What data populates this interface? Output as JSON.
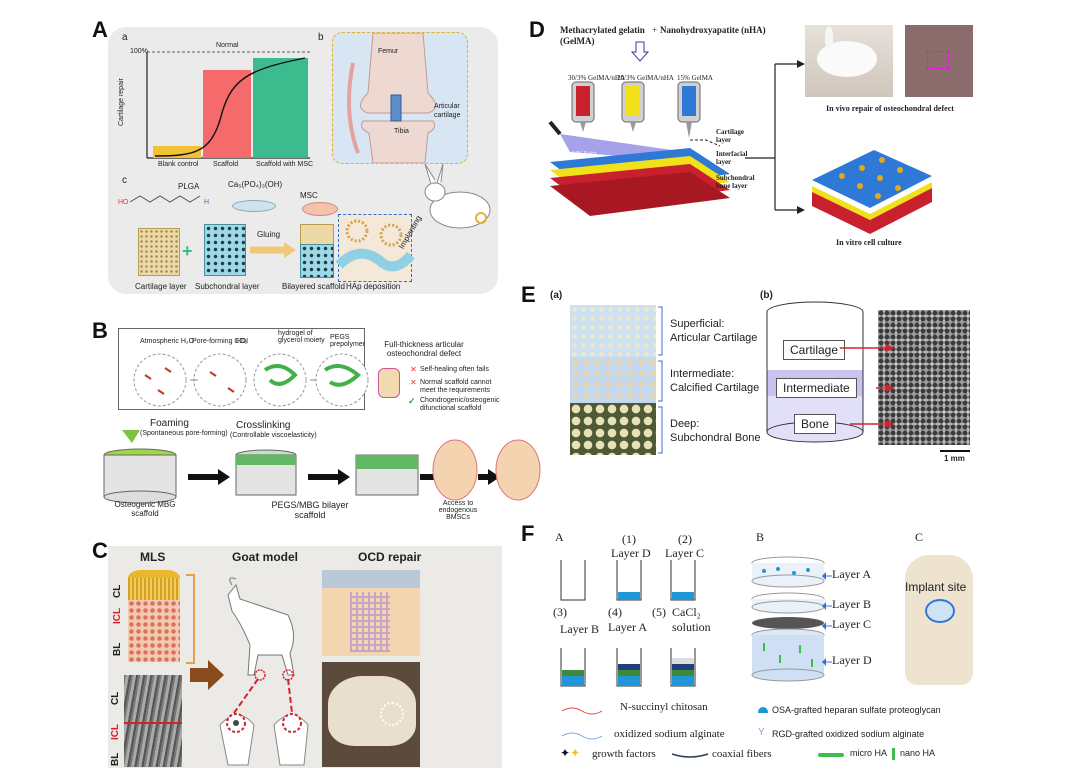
{
  "panels": {
    "A": {
      "letter": "A",
      "a": {
        "sublabel": "a",
        "ylabel": "Cartilage repair",
        "y100": "100%",
        "normal": "Normal",
        "bars": [
          "Blank control",
          "Scaffold",
          "Scaffold with MSC"
        ]
      },
      "b": {
        "sublabel": "b",
        "femur": "Femur",
        "tibia": "Tibia",
        "articular": "Articular",
        "cartilage": "cartilage"
      },
      "c": {
        "sublabel": "c",
        "plga": "PLGA",
        "hap": "Ca₅(PO₄)₃(OH)",
        "msc": "MSC",
        "gluing": "Gluing",
        "implanting": "Implanting",
        "labels": [
          "Cartilage layer",
          "Subchondral layer",
          "Bilayered scaffold",
          "HAp deposition"
        ]
      }
    },
    "B": {
      "letter": "B",
      "legend": [
        "Atmospheric H₂O",
        "Pore-forming CO₂",
        "HDI",
        "hydrogel of glycerol moiety",
        "PEGS prepolymer"
      ],
      "foaming": "Foaming",
      "foaming_sub": "(Spontaneous pore-forming)",
      "crosslinking": "Crosslinking",
      "crosslinking_sub": "(Controllable viscoelasticity)",
      "defect_title": "Full-thickness articular osteochondral defect",
      "items": [
        "Self-healing often fails",
        "Normal scaffold cannot meet the requirements",
        "Chondrogenic/osteogenic difunctional scaffold"
      ],
      "scaffold1": "Osteogenic MBG scaffold",
      "scaffold2": "PEGS/MBG bilayer scaffold",
      "access": "Access to endogenous BMSCs"
    },
    "C": {
      "letter": "C",
      "mls": "MLS",
      "goat": "Goat model",
      "ocd": "OCD repair",
      "cl": "CL",
      "icl": "ICL",
      "bl": "BL"
    },
    "D": {
      "letter": "D",
      "gelma": "Methacrylated gelatin",
      "gelma2": "(GelMA)",
      "plus": "+",
      "nha": "Nanohydroxyapatite (nHA)",
      "nozzles": [
        "30/3% GelMA/nHA",
        "20/3% GelMA/nHA",
        "15% GelMA"
      ],
      "uv": "UV light",
      "layers": [
        "Cartilage layer",
        "Interfacial layer",
        "Subchondral bone layer"
      ],
      "invivo": "In vivo repair of osteochondral defect",
      "invitro": "In vitro cell culture"
    },
    "E": {
      "letter": "E",
      "a": "(a)",
      "b": "(b)",
      "zones": [
        {
          "name": "Superficial:",
          "sub": "Articular Cartilage"
        },
        {
          "name": "Intermediate:",
          "sub": "Calcified Cartilage"
        },
        {
          "name": "Deep:",
          "sub": "Subchondral Bone"
        }
      ],
      "boxes": [
        "Cartilage",
        "Intermediate",
        "Bone"
      ],
      "scale": "1 mm"
    },
    "F": {
      "letter": "F",
      "A": "A",
      "B": "B",
      "C": "C",
      "steps": [
        "(1)",
        "(2)",
        "(3)",
        "(4)",
        "(5)"
      ],
      "step_labels": [
        "Layer D",
        "Layer C",
        "Layer B",
        "Layer A",
        "CaCl₂",
        "solution"
      ],
      "layers": [
        "Layer A",
        "Layer B",
        "Layer C",
        "Layer D"
      ],
      "implant": "Implant site",
      "legend": [
        "N-succinyl chitosan",
        "oxidized sodium alginate",
        "growth factors",
        "coaxial fibers",
        "OSA-grafted heparan sulfate proteoglycan",
        "RGD-grafted oxidized sodium alginate",
        "micro HA",
        "nano HA"
      ]
    }
  }
}
